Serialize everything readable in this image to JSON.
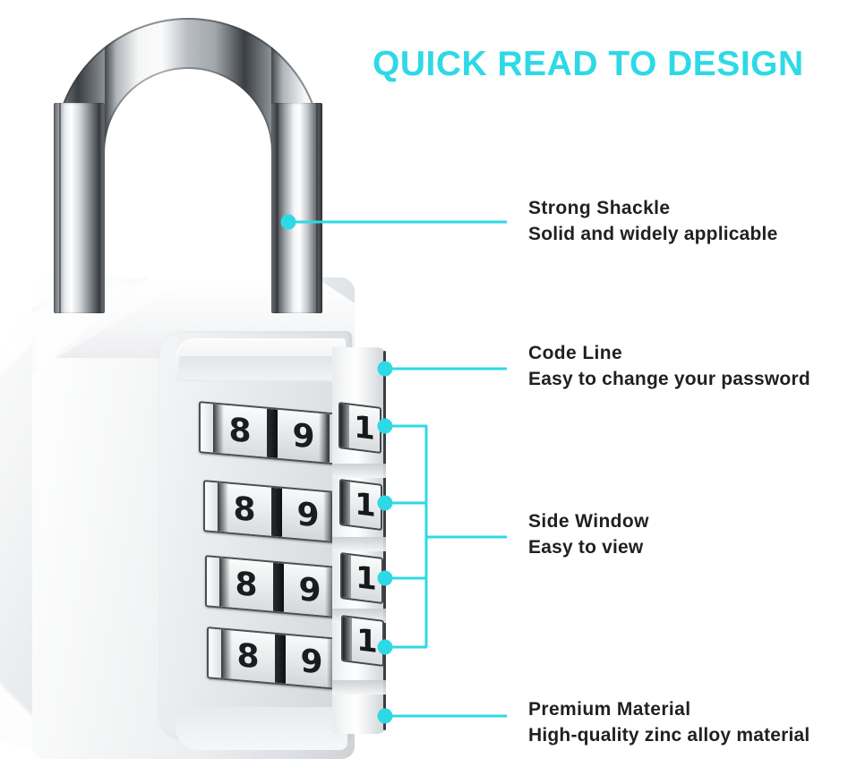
{
  "header": {
    "title": "QUICK READ TO DESIGN",
    "accent_color": "#2ed9e6"
  },
  "product": {
    "name": "combination-padlock",
    "front_dials": [
      {
        "left_digit": "8",
        "right_digit": "9"
      },
      {
        "left_digit": "8",
        "right_digit": "9"
      },
      {
        "left_digit": "8",
        "right_digit": "9"
      },
      {
        "left_digit": "8",
        "right_digit": "9"
      }
    ],
    "side_windows": [
      "1",
      "1",
      "1",
      "1"
    ]
  },
  "callouts": [
    {
      "id": "strong-shackle",
      "title": "Strong Shackle",
      "subtitle": "Solid and widely applicable"
    },
    {
      "id": "code-line",
      "title": "Code Line",
      "subtitle": "Easy to change your password"
    },
    {
      "id": "side-window",
      "title": "Side Window",
      "subtitle": "Easy to view"
    },
    {
      "id": "premium-material",
      "title": "Premium Material",
      "subtitle": "High-quality zinc alloy material"
    }
  ]
}
